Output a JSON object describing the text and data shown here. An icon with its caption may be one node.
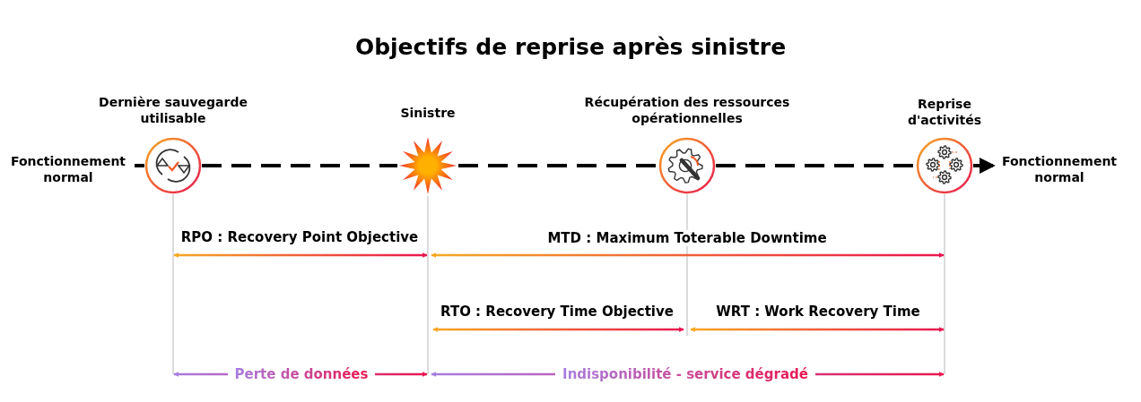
{
  "diagram": {
    "title": "Objectifs de reprise après sinistre",
    "nodes": [
      {
        "text": [
          "Fonctionnement normal"
        ]
      },
      {
        "text": [
          "Dernière sauvegarde utilisable"
        ]
      },
      {
        "text": [
          "Sinistre"
        ]
      },
      {
        "text": [
          "Récupération des ressources opérationnelles"
        ]
      },
      {
        "text": [
          "Reprise d'activités"
        ]
      },
      {
        "text": [
          "Fonctionnement normal"
        ]
      }
    ],
    "edges": [
      {
        "from": 0,
        "to": 1,
        "arrow": "none",
        "style": "dashed"
      },
      {
        "from": 1,
        "to": 2,
        "arrow": "none",
        "style": "dashed"
      },
      {
        "from": 2,
        "to": 3,
        "arrow": "none",
        "style": "dashed"
      },
      {
        "from": 3,
        "to": 4,
        "arrow": "none",
        "style": "dashed"
      },
      {
        "from": 4,
        "to": 5,
        "arrow": "to",
        "style": "dashed"
      }
    ],
    "labels": [
      "RPO : Recovery Point Objective",
      "MTD : Maximum Toterable Downtime",
      "RTO : Recovery Time Objective",
      "WRT : Work Recovery Time",
      "Perte de données",
      "Indisponibilité - service dégradé"
    ]
  }
}
